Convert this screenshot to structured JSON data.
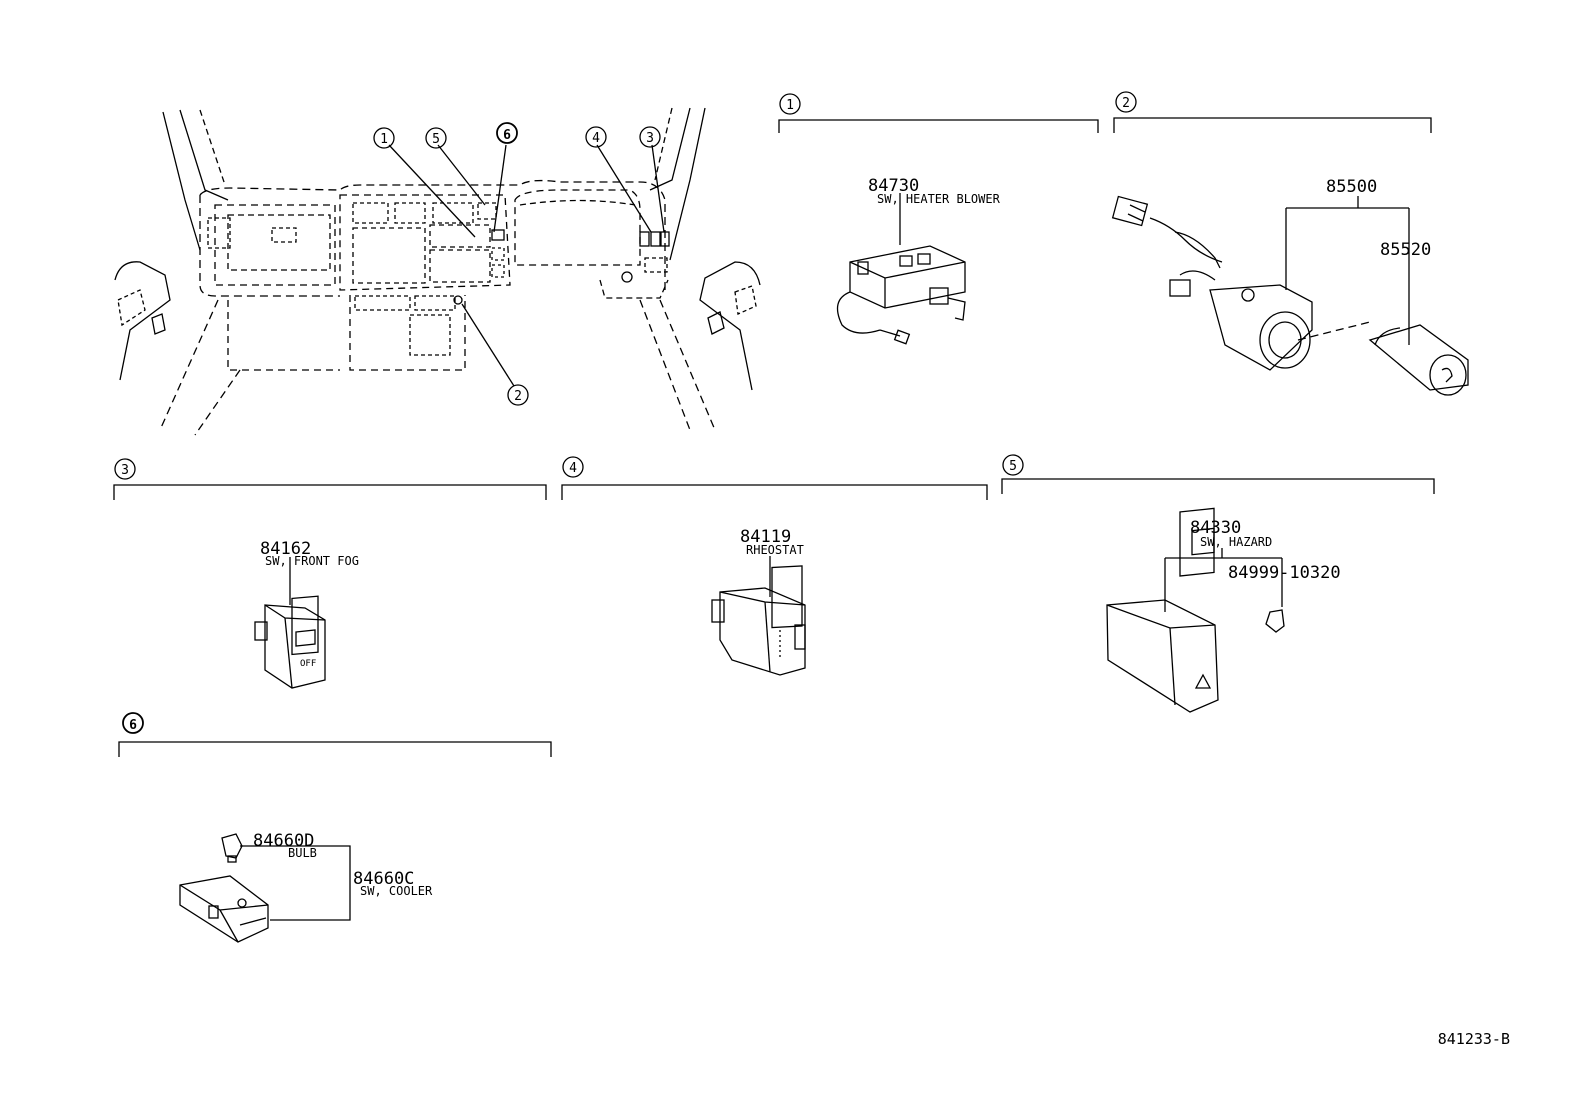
{
  "figure_id": "841233-B",
  "callouts": [
    "1",
    "2",
    "3",
    "4",
    "5",
    "6"
  ],
  "sections": [
    {
      "number": "1",
      "parts": [
        {
          "part_no": "84730",
          "desc": "SW, HEATER BLOWER"
        }
      ]
    },
    {
      "number": "2",
      "parts": [
        {
          "part_no": "85500",
          "desc": ""
        },
        {
          "part_no": "85520",
          "desc": ""
        }
      ]
    },
    {
      "number": "3",
      "parts": [
        {
          "part_no": "84162",
          "desc": "SW, FRONT FOG"
        }
      ]
    },
    {
      "number": "4",
      "parts": [
        {
          "part_no": "84119",
          "desc": "RHEOSTAT"
        }
      ]
    },
    {
      "number": "5",
      "parts": [
        {
          "part_no": "84330",
          "desc": "SW, HAZARD"
        },
        {
          "part_no": "84999-10320",
          "desc": ""
        }
      ]
    },
    {
      "number": "6",
      "parts": [
        {
          "part_no": "84660D",
          "desc": "BULB"
        },
        {
          "part_no": "84660C",
          "desc": "SW, COOLER"
        }
      ]
    }
  ],
  "component_text": {
    "fog_switch_face": "OFF"
  }
}
